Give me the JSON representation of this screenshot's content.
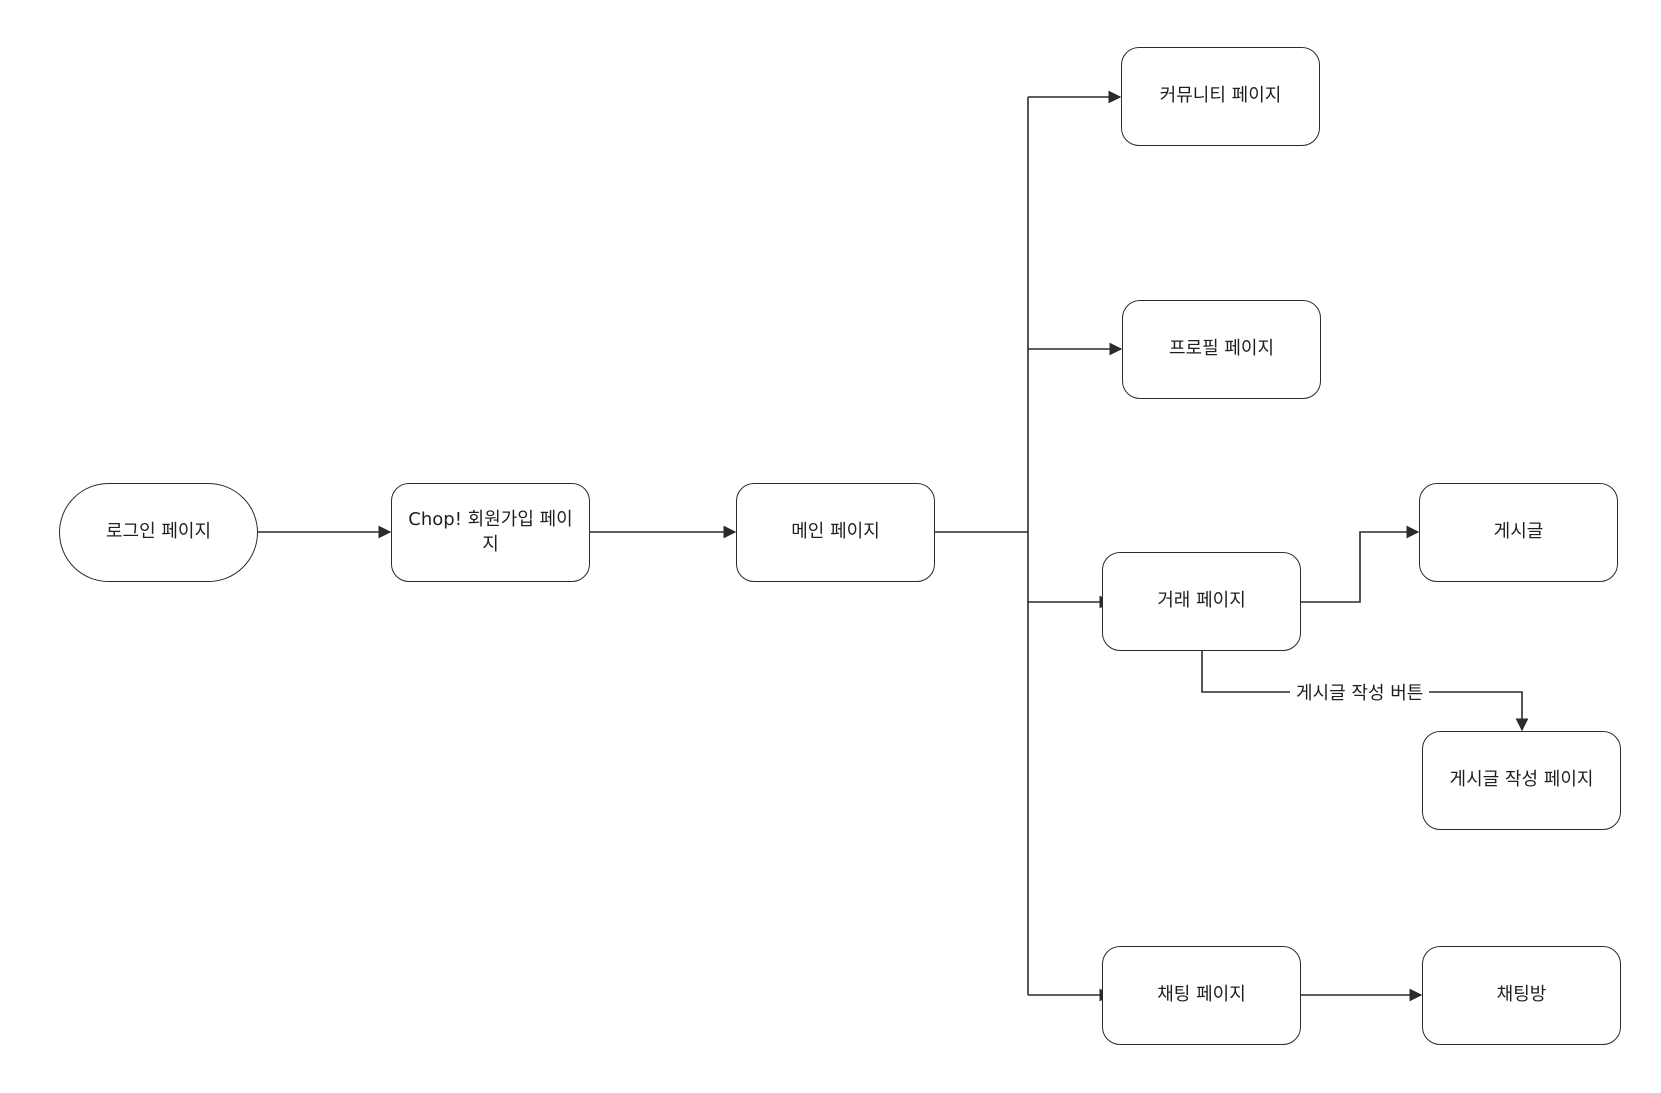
{
  "nodes": {
    "login": "로그인 페이지",
    "signup": "Chop! 회원가입 페이지",
    "main": "메인 페이지",
    "community": "커뮤니티 페이지",
    "profile": "프로필 페이지",
    "trade": "거래 페이지",
    "post": "게시글",
    "post_write": "게시글 작성 페이지",
    "chat": "채팅 페이지",
    "chat_room": "채팅방"
  },
  "edge_labels": {
    "trade_to_post_write": "게시글 작성 버튼"
  },
  "colors": {
    "stroke": "#2b2b2b",
    "text": "#1f1f1f",
    "background": "#ffffff"
  }
}
